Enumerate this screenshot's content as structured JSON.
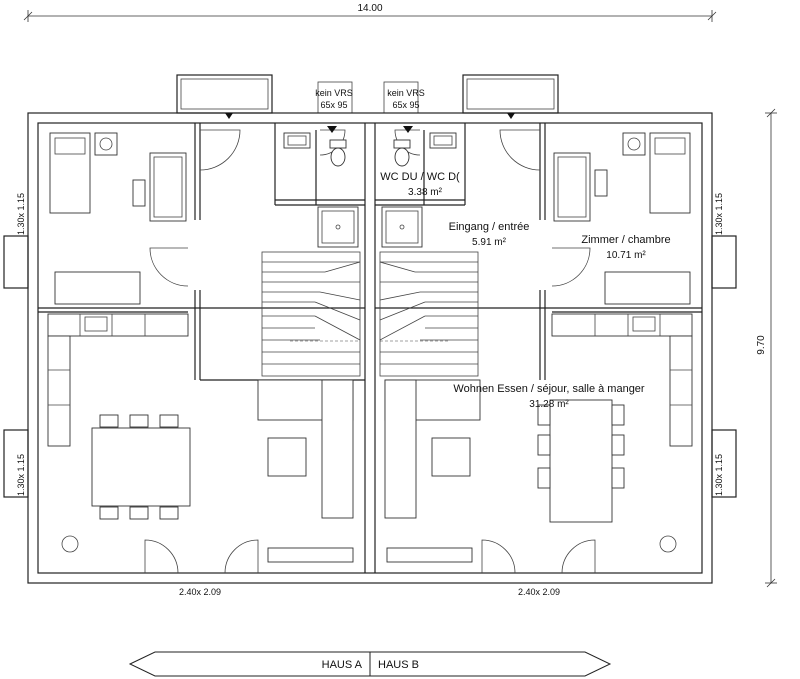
{
  "dimensions": {
    "overall_width": "14.00",
    "overall_depth": "9.70",
    "window_left_upper": "1.30x 1.15",
    "window_left_lower": "1.30x 1.15",
    "window_right_upper": "1.30x 1.15",
    "window_right_lower": "1.30x 1.15",
    "door_left": "2.40x 2.09",
    "door_right": "2.40x 2.09"
  },
  "shafts": {
    "left_line1": "kein VRS",
    "left_line2": "65x 95",
    "right_line1": "kein VRS",
    "right_line2": "65x 95"
  },
  "rooms": {
    "wc_name": "WC DU / WC D(",
    "wc_area": "3.38 m²",
    "entry_name": "Eingang / entrée",
    "entry_area": "5.91 m²",
    "bedroom_name": "Zimmer / chambre",
    "bedroom_area": "10.71 m²",
    "living_name": "Wohnen Essen / séjour, salle à manger",
    "living_area": "31.28 m²"
  },
  "houses": {
    "a": "HAUS A",
    "b": "HAUS B"
  }
}
